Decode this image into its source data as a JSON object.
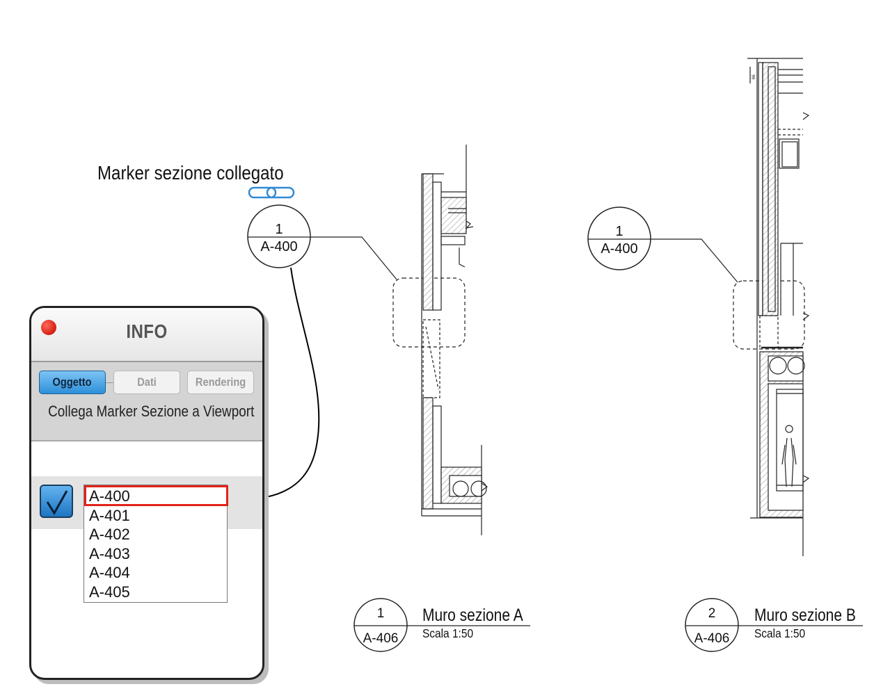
{
  "linked_marker": {
    "title": "Marker sezione collegato",
    "icon": "chain-link-icon",
    "icon_color": "#2f8ad6"
  },
  "markers": [
    {
      "number": "1",
      "sheet": "A-400"
    },
    {
      "number": "1",
      "sheet": "A-400"
    }
  ],
  "info_palette": {
    "title": "INFO",
    "tabs": [
      {
        "label": "Oggetto",
        "active": true
      },
      {
        "label": "Dati",
        "active": false
      },
      {
        "label": "Rendering",
        "active": false
      }
    ],
    "description": "Collega Marker Sezione a Viewport",
    "checked": true,
    "selected_value": "A-400",
    "options": [
      "A-400",
      "A-401",
      "A-402",
      "A-403",
      "A-404",
      "A-405"
    ],
    "accent_color": "#2d8fd8",
    "highlight_color": "#e2231a"
  },
  "viewports": [
    {
      "number": "1",
      "sheet": "A-406",
      "title": "Muro sezione A",
      "scale": "Scala 1:50"
    },
    {
      "number": "2",
      "sheet": "A-406",
      "title": "Muro sezione B",
      "scale": "Scala 1:50"
    }
  ],
  "dimension_text": "66"
}
